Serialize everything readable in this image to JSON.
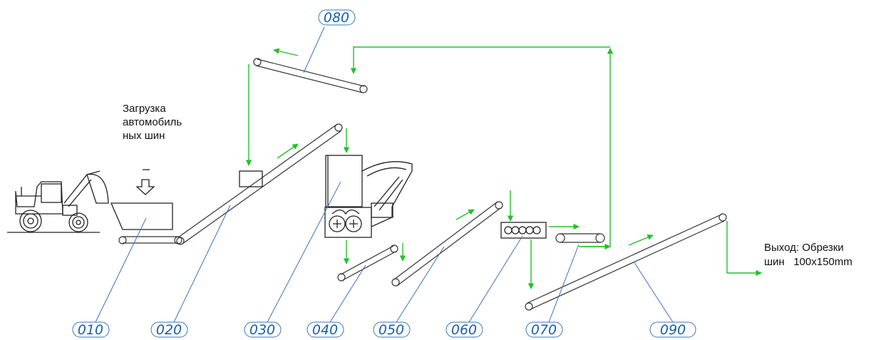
{
  "diagram": {
    "type": "process-flow",
    "station_labels": [
      "010",
      "020",
      "030",
      "040",
      "050",
      "060",
      "070",
      "080",
      "090"
    ],
    "input_note": [
      "Загрузка",
      "автомобиль",
      "ных шин"
    ],
    "output_note": [
      "Выход: Обрезки",
      "шин   100x150mm"
    ],
    "colors": {
      "flow_arrow": "#22c02a",
      "leader_line": "#3a74b8",
      "label_text": "#1a5fa8",
      "machine_line": "#222222"
    }
  }
}
